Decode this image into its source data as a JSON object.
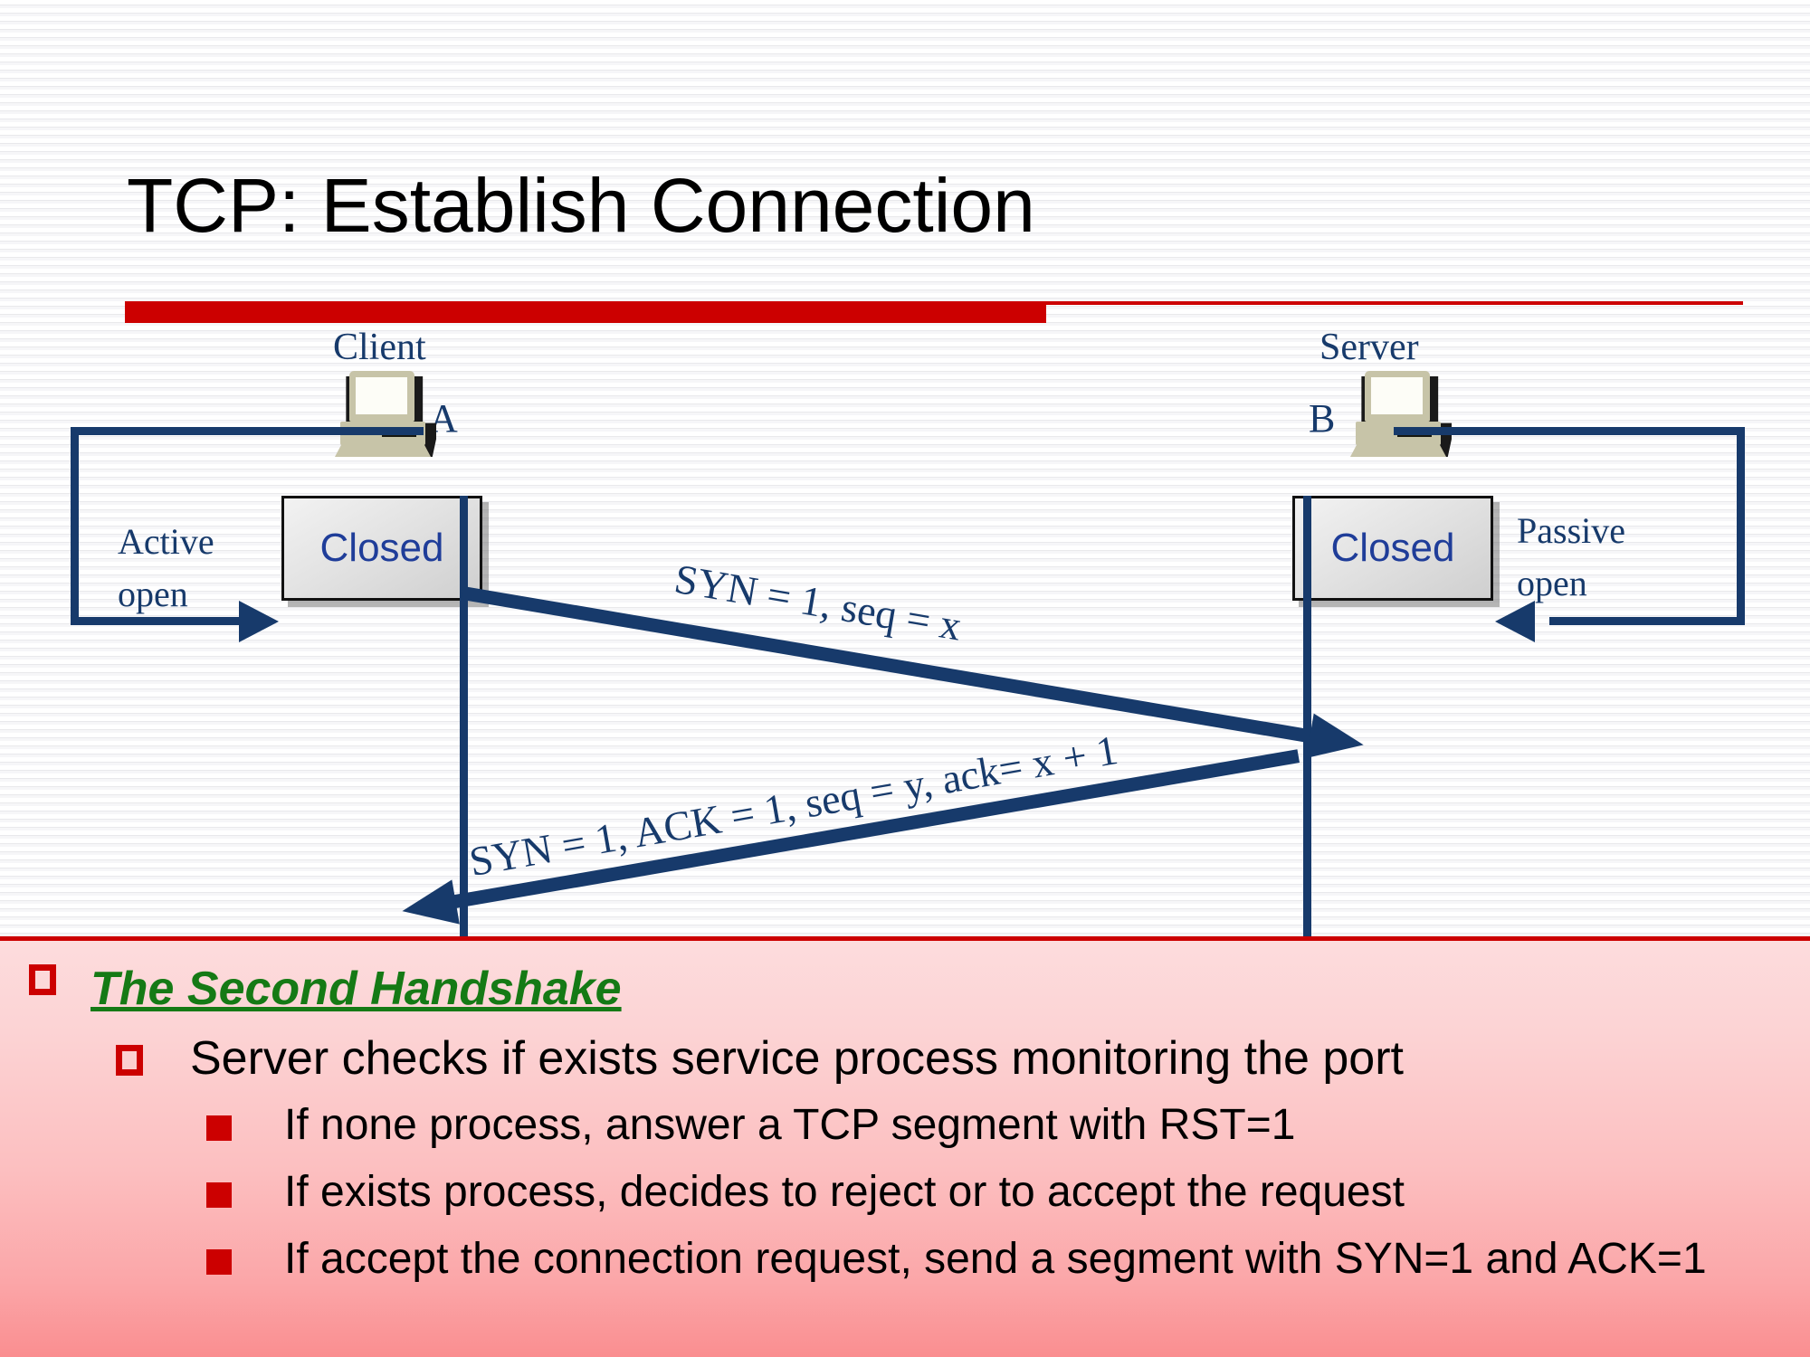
{
  "slide": {
    "title": "TCP: Establish Connection"
  },
  "diagram": {
    "client": {
      "role_label": "Client",
      "host_letter": "A",
      "state": "Closed",
      "open_label_line1": "Active",
      "open_label_line2": "open",
      "icon": "computer-icon"
    },
    "server": {
      "role_label": "Server",
      "host_letter": "B",
      "state": "Closed",
      "open_label_line1": "Passive",
      "open_label_line2": "open",
      "icon": "computer-icon"
    },
    "messages": [
      {
        "id": "syn",
        "label": "SYN = 1, seq = x",
        "direction": "client-to-server"
      },
      {
        "id": "syn-ack",
        "label": "SYN = 1, ACK = 1, seq = y, ack= x + 1",
        "direction": "server-to-client"
      }
    ]
  },
  "note": {
    "heading": "The Second Handshake",
    "level2": "Server checks if exists service process monitoring the port",
    "level3": [
      "If none process, answer a TCP segment with RST=1",
      "If exists process, decides to reject or to accept the request",
      "If accept the connection request, send a segment with SYN=1 and ACK=1"
    ]
  },
  "colors": {
    "accent_red": "#cc0000",
    "navy": "#173a6b",
    "state_text_blue": "#1f3d99",
    "heading_green": "#157a15"
  }
}
